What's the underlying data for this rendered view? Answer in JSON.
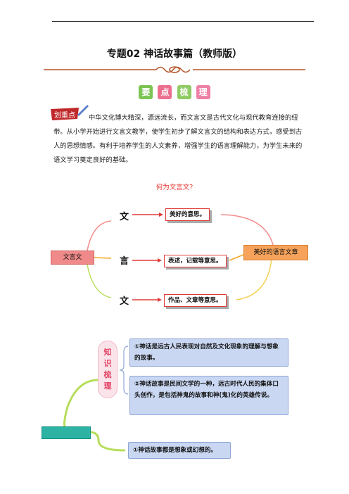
{
  "title": "专题02 神话故事篇（教师版）",
  "badges": [
    "要",
    "点",
    "梳",
    "理"
  ],
  "tag_label": "划重点",
  "intro": "中华文化博大精深，源远流长，而文言文是古代文化与现代教育连接的纽带。从小学开始进行文言文教学，使学生初步了解文言文的结构和表达方式，感受到古人的思想情感。有利于培养学生的人文素养，增强学生的语言理解能力，为学生未来的语文学习奠定良好的基础。",
  "question": "何为文言文?",
  "diagram": {
    "center_left": "文言文",
    "center_right": "美好的语言文章",
    "rows": [
      {
        "char": "文",
        "desc": "美好的意思。"
      },
      {
        "char": "言",
        "desc": "表述，记载等意思。"
      },
      {
        "char": "文",
        "desc": "作品、文章等意思。"
      }
    ]
  },
  "knowledge": {
    "label": "知识梳理",
    "label_chars": [
      "知",
      "识",
      "梳",
      "理"
    ],
    "items": [
      "①神话是远古人民表现对自然及文化现象的理解与想象的故事。",
      "②神话故事是民间文学的一种，远古时代人民的集体口头创作，是包括神鬼的故事和神(鬼)化的英雄传说。"
    ],
    "bottom_item": "①神话故事都是想象或幻想的。"
  },
  "colors": {
    "accent_red": "#e03b38",
    "left_box": "#f08a8a",
    "right_box": "#f6a25a",
    "knowledge_box": "#c9d7f2",
    "teal": "#2db3a4"
  }
}
